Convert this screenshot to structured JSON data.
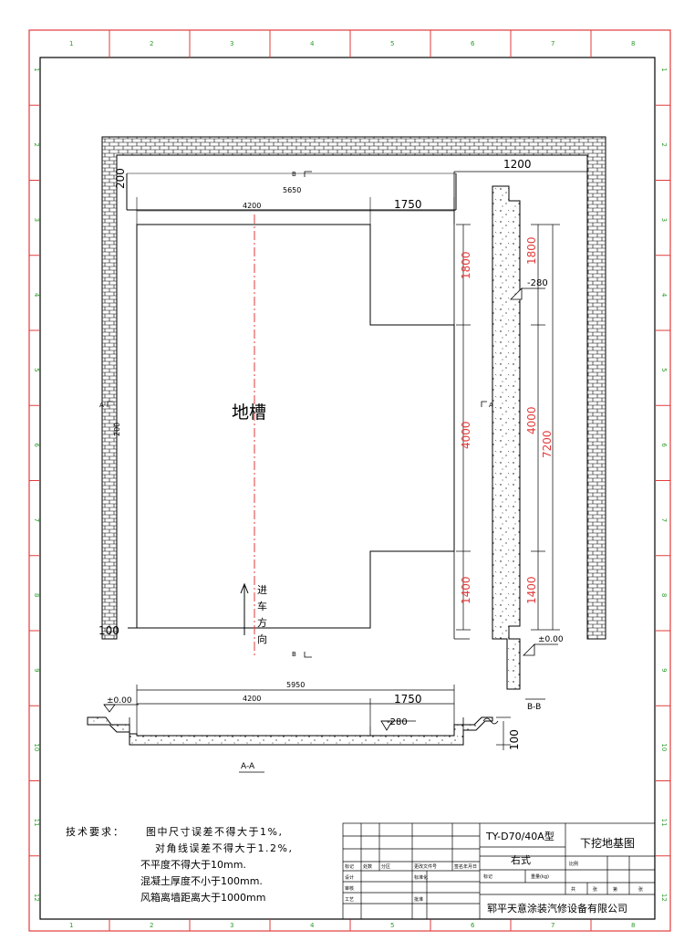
{
  "frame": {
    "border_color": "#e23b3b",
    "tick_numbers_side": [
      "1",
      "2",
      "3",
      "4",
      "5",
      "6",
      "7",
      "8",
      "9",
      "10",
      "11",
      "12"
    ],
    "tick_numbers_top": [
      "1",
      "2",
      "3",
      "4",
      "5",
      "6",
      "7",
      "8"
    ]
  },
  "plan": {
    "pit_label": "地槽",
    "direction_label": [
      "进",
      "车",
      "方",
      "向"
    ],
    "section_mark_b": "B",
    "section_mark_a": "A",
    "dims": {
      "top_total": "5650",
      "top_left": "4200",
      "top_right": "1750",
      "wall_corner": "1200",
      "wall_thickness_top": "200",
      "wall_left": "200",
      "wall_bottom": "100",
      "vert_1": "1800",
      "vert_2": "4000",
      "vert_3": "1400",
      "vert_total": "7200",
      "depth": "-280",
      "zero_level": "±0.00"
    }
  },
  "section_aa": {
    "label": "A-A",
    "dim_total": "5950",
    "dim_left": "4200",
    "dim_right": "1750",
    "depth": "-280",
    "zero_level": "±0.00",
    "thickness": "100"
  },
  "section_bb": {
    "label": "B-B"
  },
  "notes": {
    "heading": "技术要求：",
    "lines": [
      "图中尺寸误差不得大于1%,",
      "对角线误差不得大于1.2%,",
      "不平度不得大于10mm.",
      "混凝土厚度不小于100mm.",
      "风箱离墙距离大于1000mm"
    ]
  },
  "title_block": {
    "model": "TY-D70/40A型",
    "style": "右式",
    "drawing_title": "下挖地基图",
    "company": "郓平天意涂装汽修设备有限公司",
    "cells_row1": [
      "标记",
      "处数",
      "分区",
      "更改文件号",
      "签名",
      "年月日"
    ],
    "cells_mid": [
      "标记",
      "重量(kg)",
      "比例"
    ],
    "cells_left": [
      "设计",
      "标准化",
      "审核",
      "工艺",
      "批准"
    ],
    "cells_sheet": [
      "共",
      "张",
      "第",
      "张"
    ]
  }
}
